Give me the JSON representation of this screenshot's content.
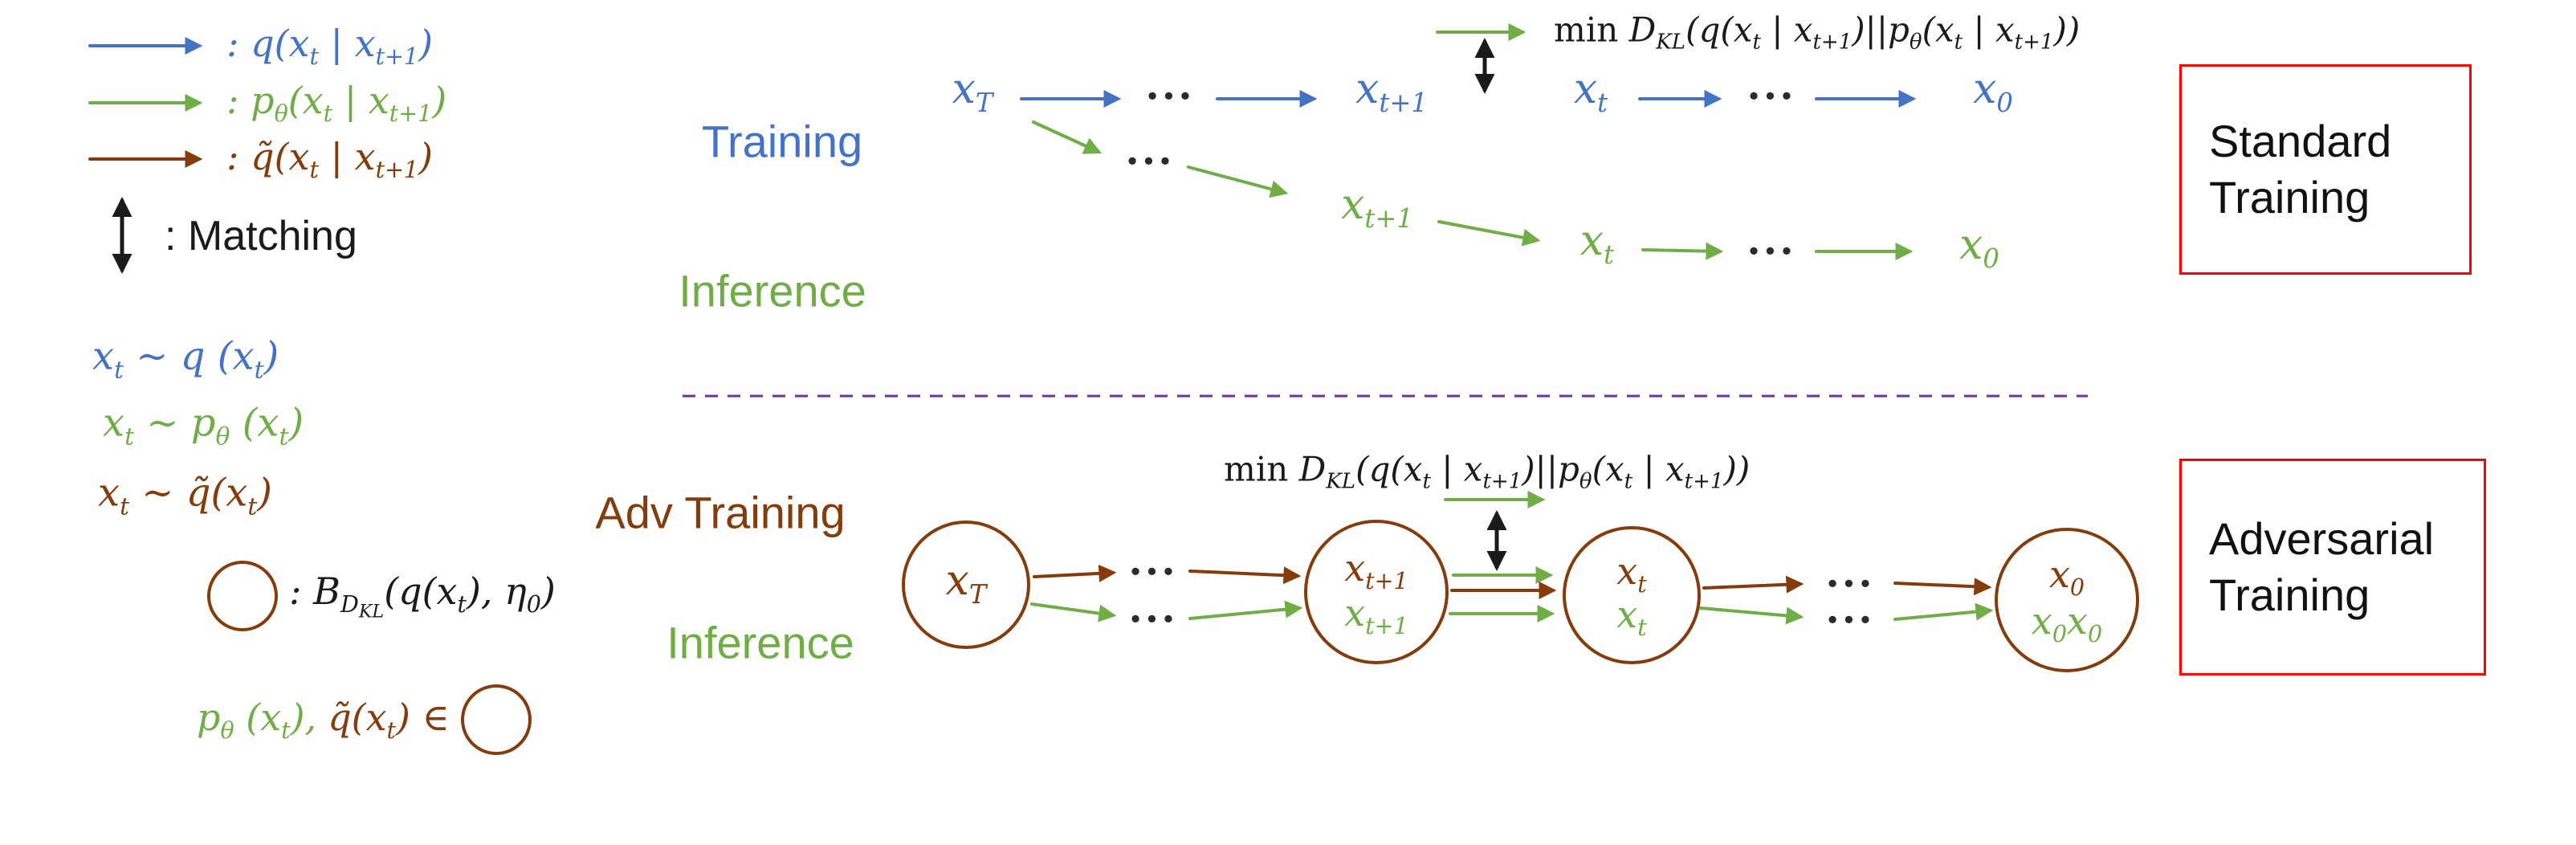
{
  "colors": {
    "blue": "#4472C4",
    "green": "#70AD47",
    "brown": "#843C0C",
    "purple": "#7030A0",
    "red": "#FF0000"
  },
  "sym": {
    "xT": [
      {
        "t": "x"
      },
      {
        "sub": "T"
      }
    ],
    "xt1": [
      {
        "t": "x"
      },
      {
        "sub": "t+1"
      }
    ],
    "xt": [
      {
        "t": "x"
      },
      {
        "sub": "t"
      }
    ],
    "x0": [
      {
        "t": "x"
      },
      {
        "sub": "0"
      }
    ],
    "x0x0": [
      {
        "t": "x"
      },
      {
        "sub": "0"
      },
      {
        "t": "x"
      },
      {
        "sub": "0"
      }
    ],
    "dots": "···"
  },
  "formulas": {
    "min_dkl": [
      {
        "t": "min ",
        "c": "rm"
      },
      {
        "t": "D"
      },
      {
        "sub": "KL"
      },
      {
        "t": "(q(x"
      },
      {
        "sub": "t"
      },
      {
        "t": " | x"
      },
      {
        "sub": "t+1"
      },
      {
        "t": ")||p"
      },
      {
        "sub": "θ"
      },
      {
        "t": "(x"
      },
      {
        "sub": "t"
      },
      {
        "t": " | x"
      },
      {
        "sub": "t+1"
      },
      {
        "t": "))"
      }
    ]
  },
  "legend": {
    "arrow_rows": [
      {
        "label": [
          {
            "t": ": q(x"
          },
          {
            "sub": "t"
          },
          {
            "t": " | x"
          },
          {
            "sub": "t+1"
          },
          {
            "t": ")"
          }
        ]
      },
      {
        "label": [
          {
            "t": ": p"
          },
          {
            "sub": "θ"
          },
          {
            "t": "(x"
          },
          {
            "sub": "t"
          },
          {
            "t": " | x"
          },
          {
            "sub": "t+1"
          },
          {
            "t": ")"
          }
        ]
      },
      {
        "label": [
          {
            "t": ": q̃(x"
          },
          {
            "sub": "t"
          },
          {
            "t": " | x"
          },
          {
            "sub": "t+1"
          },
          {
            "t": ")"
          }
        ]
      }
    ],
    "matching_label": ": Matching",
    "samples": [
      {
        "label": [
          {
            "t": "x"
          },
          {
            "sub": "t"
          },
          {
            "t": " ∼ q (x"
          },
          {
            "sub": "t"
          },
          {
            "t": ")"
          }
        ]
      },
      {
        "label": [
          {
            "t": "x"
          },
          {
            "sub": "t"
          },
          {
            "t": " ∼ p"
          },
          {
            "sub": "θ"
          },
          {
            "t": " (x"
          },
          {
            "sub": "t"
          },
          {
            "t": ")"
          }
        ]
      },
      {
        "label": [
          {
            "t": "x"
          },
          {
            "sub": "t"
          },
          {
            "t": " ∼ q̃(x"
          },
          {
            "sub": "t"
          },
          {
            "t": ")"
          }
        ]
      }
    ],
    "ball_def": [
      {
        "t": ": B"
      },
      {
        "sub": "D"
      },
      {
        "s2": "KL"
      },
      {
        "t": "(q(x"
      },
      {
        "sub": "t"
      },
      {
        "t": "), η"
      },
      {
        "sub": "0"
      },
      {
        "t": ")"
      }
    ],
    "membership_green": [
      {
        "t": "p"
      },
      {
        "sub": "θ"
      },
      {
        "t": " (x"
      },
      {
        "sub": "t"
      },
      {
        "t": "),"
      }
    ],
    "membership_brown": [
      {
        "t": "q̃(x"
      },
      {
        "sub": "t"
      },
      {
        "t": ") ∈"
      }
    ]
  },
  "standard": {
    "training_label": "Training",
    "inference_label": "Inference",
    "box_lines": [
      "Standard",
      "Training"
    ]
  },
  "adversarial": {
    "training_label": "Adv Training",
    "inference_label": "Inference",
    "box_lines": [
      "Adversarial",
      "Training"
    ]
  }
}
